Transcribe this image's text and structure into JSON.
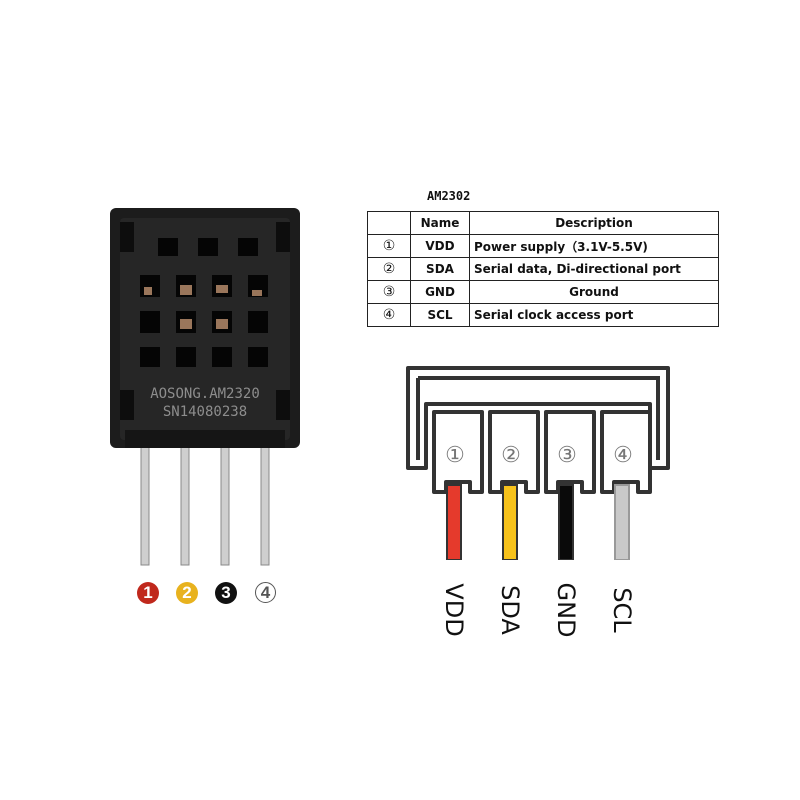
{
  "sensor": {
    "marking_line1": "AOSONG.AM2320",
    "marking_line2": "SN14080238",
    "pin_badges": [
      "1",
      "2",
      "3",
      "4"
    ],
    "badge_colors": [
      "#c0281c",
      "#e8b21e",
      "#111111",
      "#ffffff"
    ]
  },
  "table": {
    "title": "AM2302",
    "headers": {
      "num": "",
      "name": "Name",
      "description": "Description"
    },
    "rows": [
      {
        "num": "①",
        "name": "VDD",
        "description": "Power supply（3.1V-5.5V)"
      },
      {
        "num": "②",
        "name": "SDA",
        "description": "Serial data, Di-directional port"
      },
      {
        "num": "③",
        "name": "GND",
        "description": "Ground"
      },
      {
        "num": "④",
        "name": "SCL",
        "description": "Serial clock access port"
      }
    ]
  },
  "connector": {
    "pin_numbers": [
      "①",
      "②",
      "③",
      "④"
    ],
    "wire_labels": [
      "VDD",
      "SDA",
      "GND",
      "SCL"
    ],
    "wire_colors": [
      "#e53a2c",
      "#f7c21b",
      "#0a0a0a",
      "#c9c9c9"
    ]
  }
}
